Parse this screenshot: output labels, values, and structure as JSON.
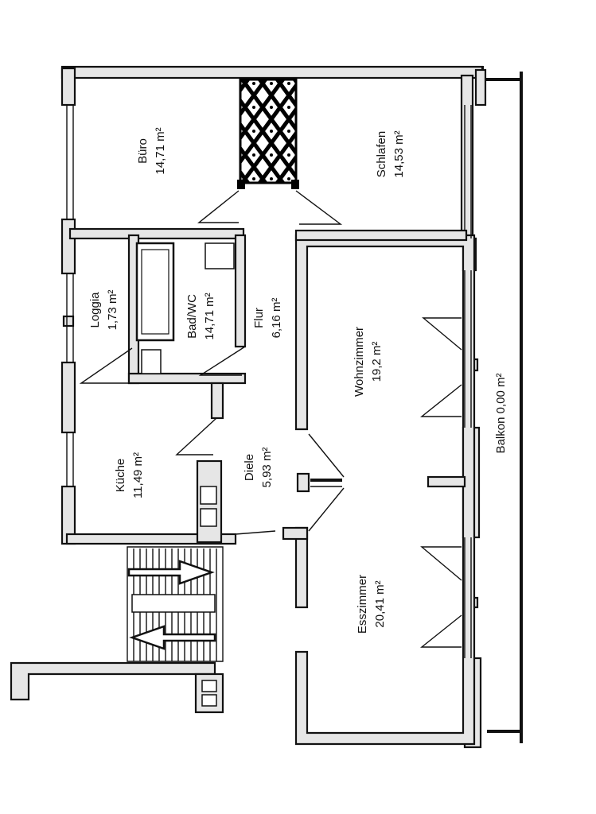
{
  "rooms": {
    "buero": {
      "name": "Büro",
      "area": "14,71 m²"
    },
    "schlafen": {
      "name": "Schlafen",
      "area": "14,53 m²"
    },
    "loggia": {
      "name": "Loggia",
      "area": "1,73 m²"
    },
    "bad": {
      "name": "Bad/WC",
      "area": "14,71 m²"
    },
    "flur": {
      "name": "Flur",
      "area": "6,16 m²"
    },
    "wohnzimmer": {
      "name": "Wohnzimmer",
      "area": "19,2 m²"
    },
    "kueche": {
      "name": "Küche",
      "area": "11,49 m²"
    },
    "diele": {
      "name": "Diele",
      "area": "5,93 m²"
    },
    "esszimmer": {
      "name": "Esszimmer",
      "area": "20,41 m²"
    },
    "balkon": {
      "name": "Balkon 0,00 m²"
    }
  }
}
